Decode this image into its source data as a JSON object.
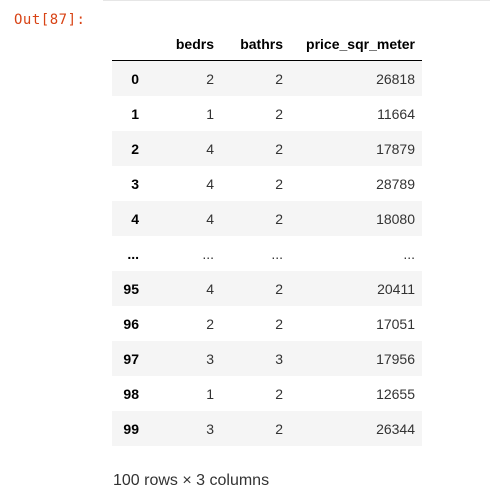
{
  "output": {
    "prompt": "Out[87]:"
  },
  "table": {
    "columns": [
      "bedrs",
      "bathrs",
      "price_sqr_meter"
    ],
    "rows": [
      {
        "index": "0",
        "bedrs": "2",
        "bathrs": "2",
        "price_sqr_meter": "26818"
      },
      {
        "index": "1",
        "bedrs": "1",
        "bathrs": "2",
        "price_sqr_meter": "11664"
      },
      {
        "index": "2",
        "bedrs": "4",
        "bathrs": "2",
        "price_sqr_meter": "17879"
      },
      {
        "index": "3",
        "bedrs": "4",
        "bathrs": "2",
        "price_sqr_meter": "28789"
      },
      {
        "index": "4",
        "bedrs": "4",
        "bathrs": "2",
        "price_sqr_meter": "18080"
      },
      {
        "index": "...",
        "bedrs": "...",
        "bathrs": "...",
        "price_sqr_meter": "..."
      },
      {
        "index": "95",
        "bedrs": "4",
        "bathrs": "2",
        "price_sqr_meter": "20411"
      },
      {
        "index": "96",
        "bedrs": "2",
        "bathrs": "2",
        "price_sqr_meter": "17051"
      },
      {
        "index": "97",
        "bedrs": "3",
        "bathrs": "3",
        "price_sqr_meter": "17956"
      },
      {
        "index": "98",
        "bedrs": "1",
        "bathrs": "2",
        "price_sqr_meter": "12655"
      },
      {
        "index": "99",
        "bedrs": "3",
        "bathrs": "2",
        "price_sqr_meter": "26344"
      }
    ]
  },
  "summary": "100 rows × 3 columns"
}
